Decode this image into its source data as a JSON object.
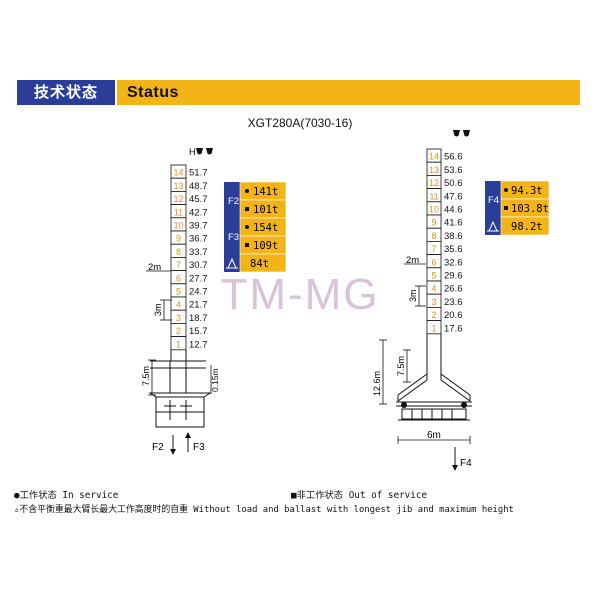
{
  "header": {
    "title_cn": "技术状态",
    "title_en": "Status"
  },
  "model": "XGT280A(7030-16)",
  "watermark": "TM-MG",
  "left_tower": {
    "height_label": "H",
    "sections": [
      {
        "n": "14",
        "h": "51.7"
      },
      {
        "n": "13",
        "h": "48.7"
      },
      {
        "n": "12",
        "h": "45.7"
      },
      {
        "n": "11",
        "h": "42.7"
      },
      {
        "n": "10",
        "h": "39.7"
      },
      {
        "n": "9",
        "h": "36.7"
      },
      {
        "n": "8",
        "h": "33.7"
      },
      {
        "n": "7",
        "h": "30.7"
      },
      {
        "n": "6",
        "h": "27.7"
      },
      {
        "n": "5",
        "h": "24.7"
      },
      {
        "n": "4",
        "h": "21.7"
      },
      {
        "n": "3",
        "h": "18.7"
      },
      {
        "n": "2",
        "h": "15.7"
      },
      {
        "n": "1",
        "h": "12.7"
      }
    ],
    "dim_2m": "2m",
    "dim_3m": "3m",
    "dim_7_5m": "7.5m",
    "dim_0_15m": "0.15m",
    "force_f2": "F2",
    "force_f3": "F3"
  },
  "left_loads": {
    "f2_label": "F2",
    "f3_label": "F3",
    "f2_in": "141t",
    "f2_out": "101t",
    "f3_in": "154t",
    "f3_out": "109t",
    "self": "84t"
  },
  "right_tower": {
    "sections": [
      {
        "n": "14",
        "h": "56.6"
      },
      {
        "n": "13",
        "h": "53.6"
      },
      {
        "n": "12",
        "h": "50.6"
      },
      {
        "n": "11",
        "h": "47.6"
      },
      {
        "n": "10",
        "h": "44.6"
      },
      {
        "n": "9",
        "h": "41.6"
      },
      {
        "n": "8",
        "h": "38.6"
      },
      {
        "n": "7",
        "h": "35.6"
      },
      {
        "n": "6",
        "h": "32.6"
      },
      {
        "n": "5",
        "h": "29.6"
      },
      {
        "n": "4",
        "h": "26.6"
      },
      {
        "n": "3",
        "h": "23.6"
      },
      {
        "n": "2",
        "h": "20.6"
      },
      {
        "n": "1",
        "h": "17.6"
      }
    ],
    "dim_2m": "2m",
    "dim_3m": "3m",
    "dim_7_5m": "7.5m",
    "dim_12_6m": "12.6m",
    "dim_6m": "6m",
    "force_f4": "F4"
  },
  "right_loads": {
    "f4_label": "F4",
    "f4_in": "94.3t",
    "f4_out": "103.8t",
    "self": "98.2t"
  },
  "legend": {
    "in_service": "工作状态 In service",
    "out_of_service": "非工作状态 Out of service",
    "self_weight": "不含平衡重最大臂长最大工作高度时的自重 Without load and ballast with longest jib and maximum height"
  },
  "colors": {
    "navy": "#2b3e97",
    "amber": "#f3b418",
    "section_num": "#e8901c"
  }
}
